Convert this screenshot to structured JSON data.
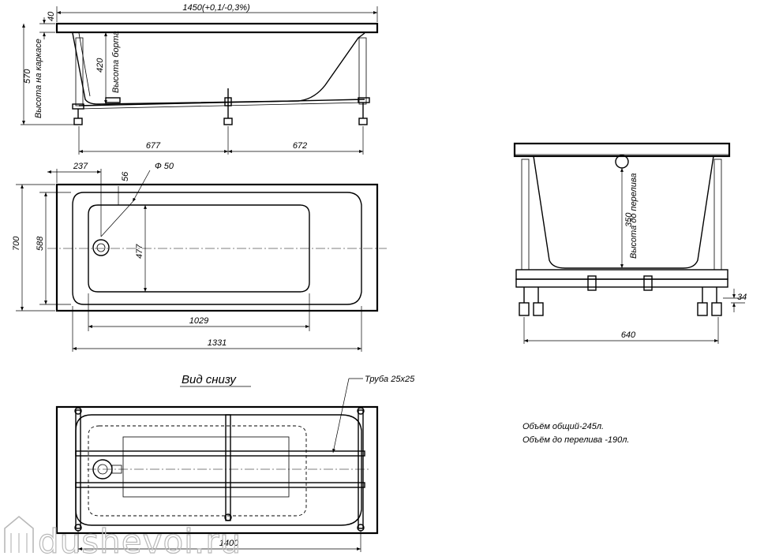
{
  "views": {
    "side": {
      "overall_length": "1450(+0,1/-0,3%)",
      "rim_thickness": "40",
      "frame_height_value": "570",
      "frame_height_label": "Высота на каркасе",
      "rim_height_value": "420",
      "rim_height_label": "Высота борта",
      "leg_span_left": "677",
      "leg_span_right": "672"
    },
    "top": {
      "drain_offset": "237",
      "drain_gap": "56",
      "drain_diameter": "Ф 50",
      "outer_width": "700",
      "bowl_width": "588",
      "bottom_width": "477",
      "bottom_length": "1029",
      "bowl_length": "1331"
    },
    "bottom": {
      "title": "Вид снизу",
      "pipe_label": "Труба 25x25",
      "frame_length": "1400"
    },
    "end": {
      "overflow_height_value": "350",
      "overflow_height_label": "Высота до перелива",
      "foot_offset": "34",
      "frame_width": "640"
    }
  },
  "notes": {
    "volume_total": "Объём общий-245л.",
    "volume_overflow": "Объём до перелива -190л."
  },
  "watermark": {
    "text": "dushevoi.ru",
    "icon": "shower-house-icon"
  }
}
